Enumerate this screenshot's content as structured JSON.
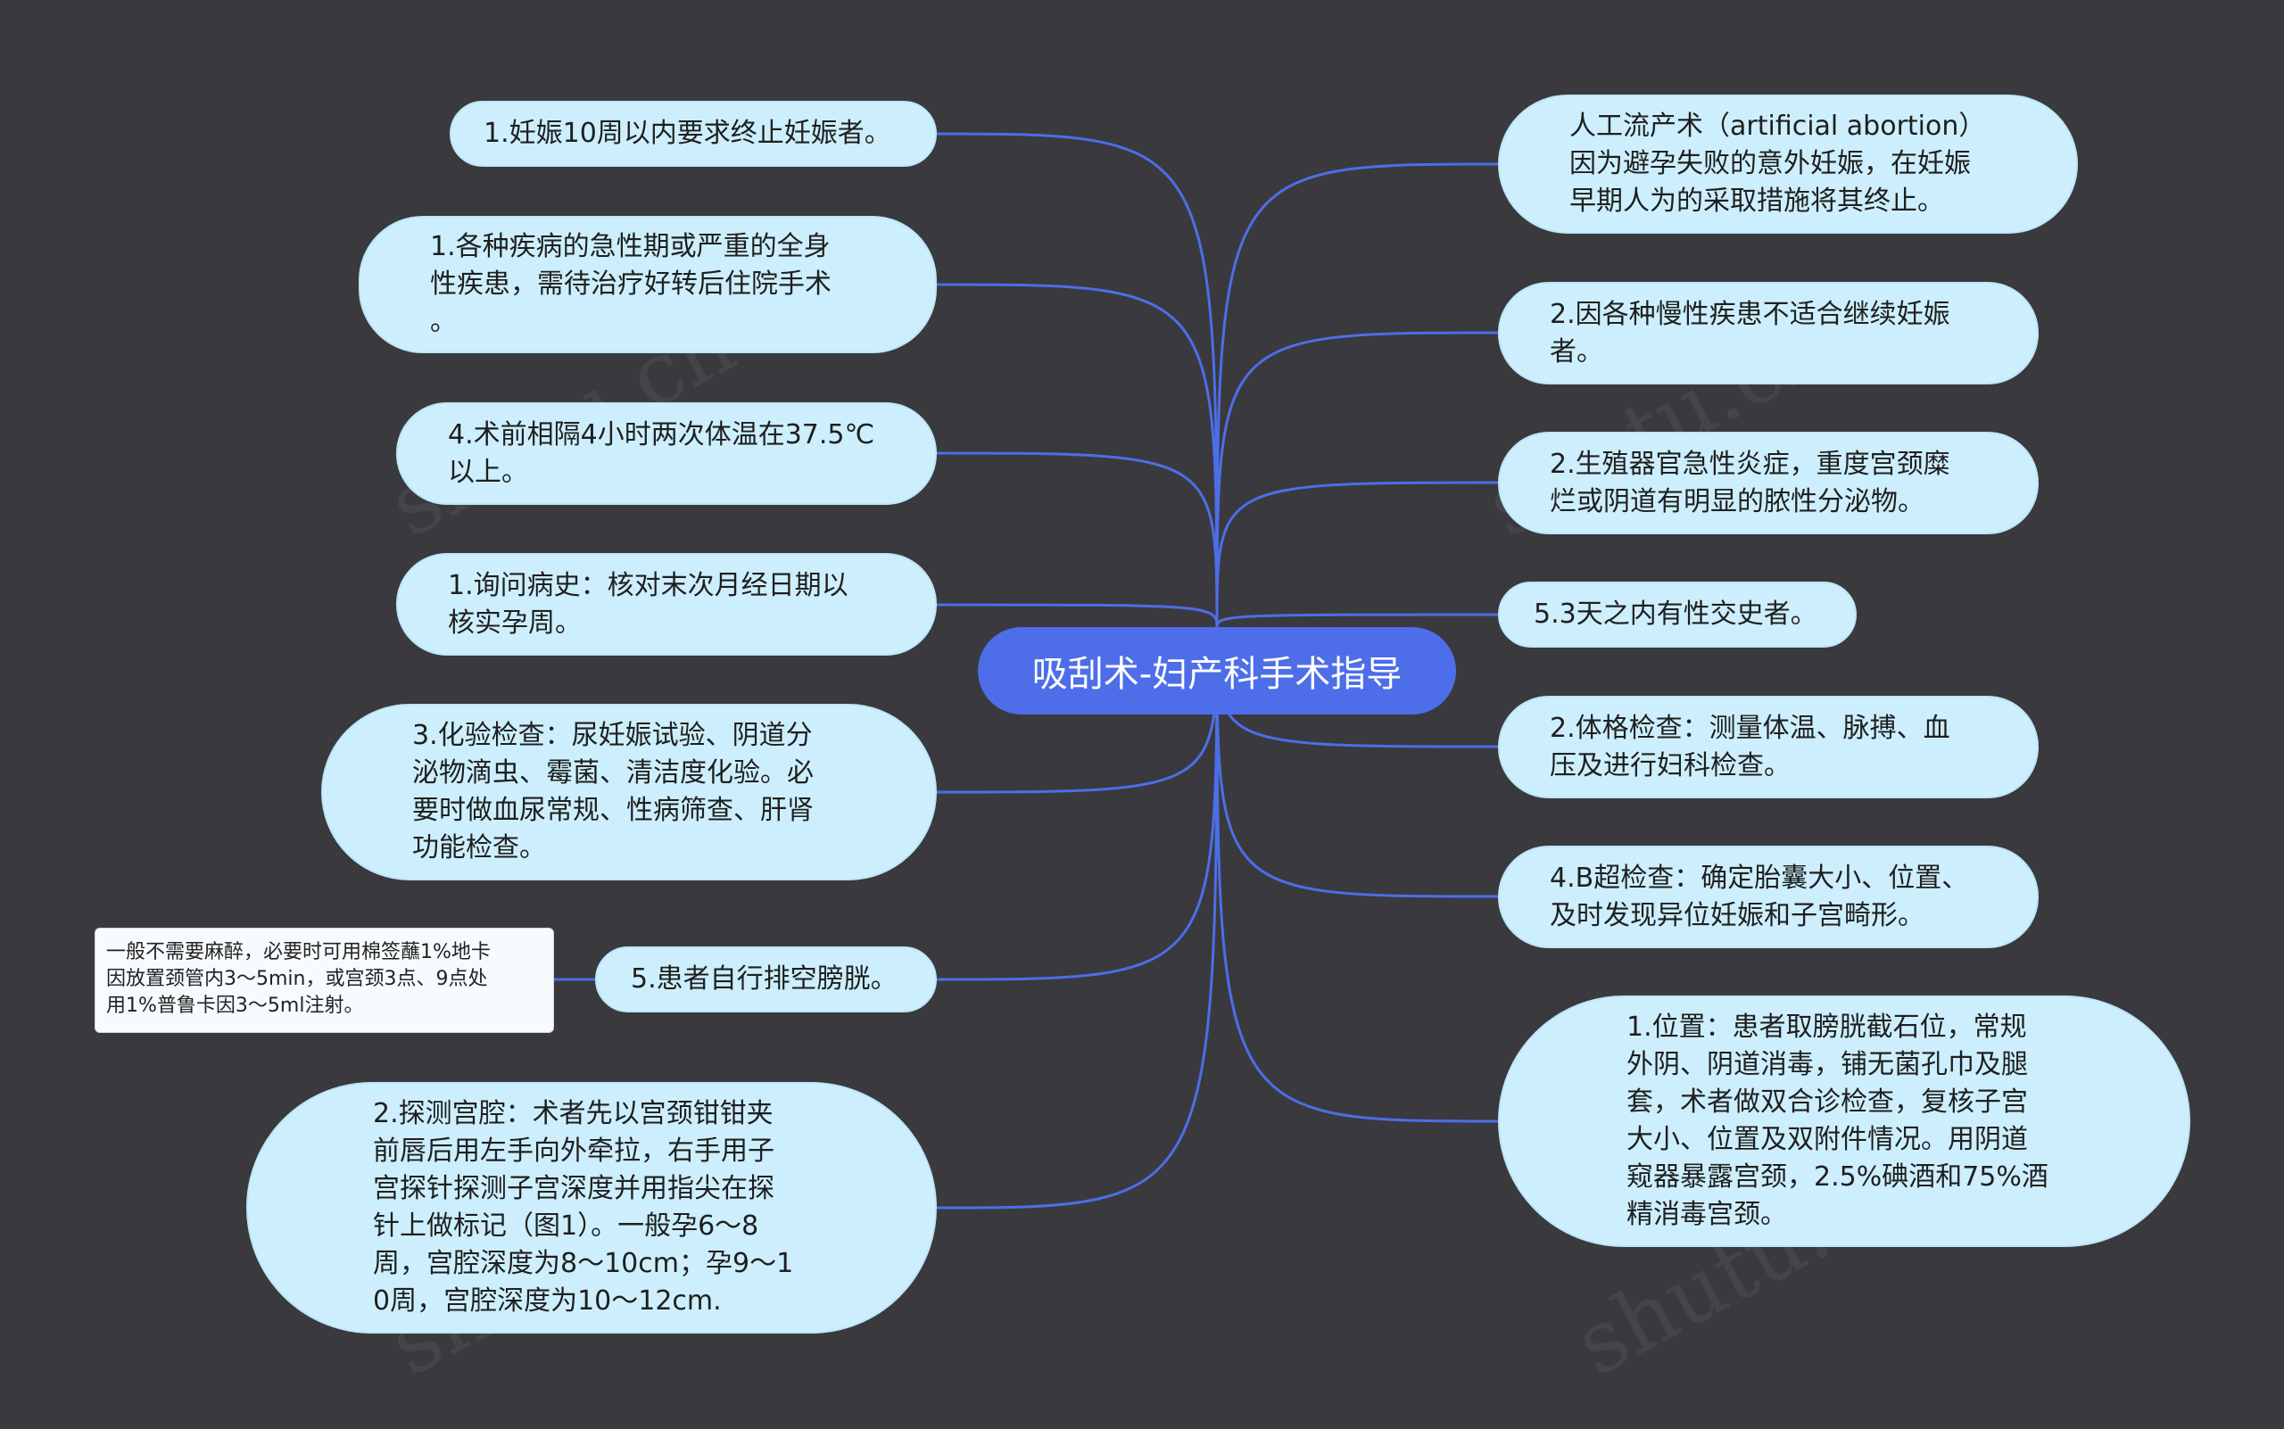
{
  "colors": {
    "background": "#3a393d",
    "center_fill": "#4d6ee8",
    "node_fill": "#cdeffd",
    "connector": "#4d6ee8"
  },
  "center": {
    "label": "吸刮术-妇产科手术指导"
  },
  "left_nodes": [
    {
      "id": "l1",
      "text": "1.妊娠10周以内要求终止妊娠者。"
    },
    {
      "id": "l2",
      "text": "1.各种疾病的急性期或严重的全身\n性疾患，需待治疗好转后住院手术\n。"
    },
    {
      "id": "l3",
      "text": "4.术前相隔4小时两次体温在37.5℃\n以上。"
    },
    {
      "id": "l4",
      "text": "1.询问病史：核对末次月经日期以\n核实孕周。"
    },
    {
      "id": "l5",
      "text": "3.化验检查：尿妊娠试验、阴道分\n泌物滴虫、霉菌、清洁度化验。必\n要时做血尿常规、性病筛查、肝肾\n功能检查。"
    },
    {
      "id": "l6",
      "text": "5.患者自行排空膀胱。"
    },
    {
      "id": "l7",
      "text": "2.探测宫腔：术者先以宫颈钳钳夹\n前唇后用左手向外牵拉，右手用子\n宫探针探测子宫深度并用指尖在探\n针上做标记（图1）。一般孕6～8\n周，宫腔深度为8～10cm；孕9～1\n0周，宫腔深度为10～12cm."
    }
  ],
  "right_nodes": [
    {
      "id": "r1",
      "text": "人工流产术（artificial abortion）\n因为避孕失败的意外妊娠，在妊娠\n早期人为的采取措施将其终止。"
    },
    {
      "id": "r2",
      "text": "2.因各种慢性疾患不适合继续妊娠\n者。"
    },
    {
      "id": "r3",
      "text": "2.生殖器官急性炎症，重度宫颈糜\n烂或阴道有明显的脓性分泌物。"
    },
    {
      "id": "r4",
      "text": "5.3天之内有性交史者。"
    },
    {
      "id": "r5",
      "text": "2.体格检查：测量体温、脉搏、血\n压及进行妇科检查。"
    },
    {
      "id": "r6",
      "text": "4.B超检查：确定胎囊大小、位置、\n及时发现异位妊娠和子宫畸形。"
    },
    {
      "id": "r7",
      "text": "1.位置：患者取膀胱截石位，常规\n外阴、阴道消毒，铺无菌孔巾及腿\n套，术者做双合诊检查，复核子宫\n大小、位置及双附件情况。用阴道\n窥器暴露宫颈，2.5%碘酒和75%酒\n精消毒宫颈。"
    }
  ],
  "note": {
    "text": "一般不需要麻醉，必要时可用棉签蘸1%地卡\n因放置颈管内3～5min，或宫颈3点、9点处\n用1%普鲁卡因3～5ml注射。"
  }
}
